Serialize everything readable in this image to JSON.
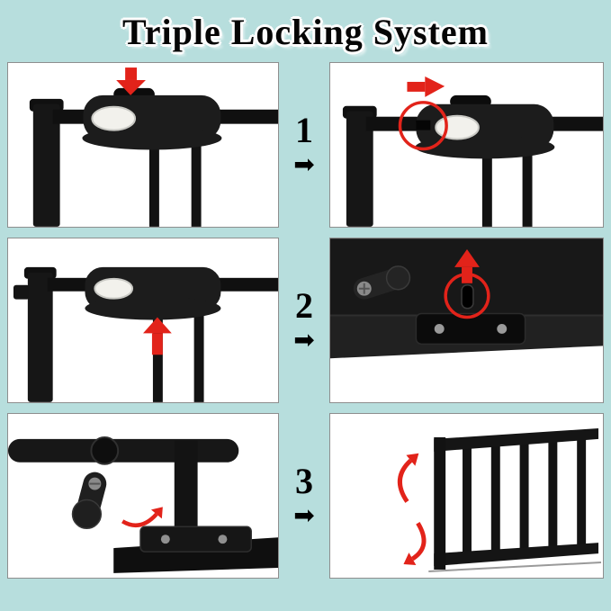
{
  "page": {
    "title": "Triple Locking System",
    "background_color": "#b7dedd",
    "accent_color": "#e2231a",
    "panel_background": "#ffffff",
    "hardware_color": "#1a1a1a"
  },
  "icons": {
    "step_arrow": "➡",
    "press_down_arrow": "red-arrow-down",
    "slide_right_arrow": "red-arrow-right",
    "lift_up_arrow": "red-arrow-up",
    "pin_highlight_circle": "red-circle",
    "handle_highlight_circle": "red-circle",
    "rotate_latch_arrow": "red-curved-arrow",
    "gate_swing_arrows": "red-curved-arrows"
  },
  "steps": [
    {
      "number": "1"
    },
    {
      "number": "2"
    },
    {
      "number": "3"
    }
  ]
}
